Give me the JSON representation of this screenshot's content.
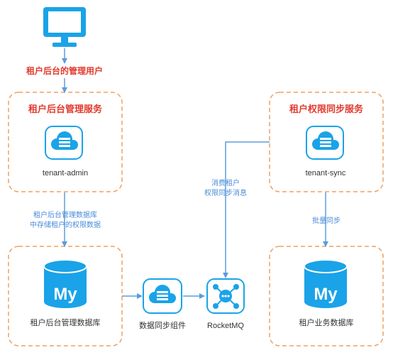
{
  "colors": {
    "accent": "#1aa3e8",
    "arrow": "#5b9ddb",
    "box_border": "#f0a060",
    "title_text": "#e23a2e",
    "edge_label": "#4a8cd9"
  },
  "icons": {
    "monitor": "monitor-icon",
    "service": "cloud-server-icon",
    "database": "mysql-database-icon",
    "mq": "rocketmq-hub-icon"
  },
  "nodes": {
    "user_label": "租户后台的管理用户",
    "admin_box_title": "租户后台管理服务",
    "admin_service_label": "tenant-admin",
    "sync_box_title": "租户权限同步服务",
    "sync_service_label": "tenant-sync",
    "admin_db_label": "租户后台管理数据库",
    "admin_db_logo": "My",
    "sync_component_label": "数据同步组件",
    "mq_label": "RocketMQ",
    "biz_db_label": "租户业务数据库",
    "biz_db_logo": "My"
  },
  "edges": {
    "admin_to_db_line1": "租户后台管理数据库",
    "admin_to_db_line2": "中存储租户的权限数据",
    "consume_line1": "消费租户",
    "consume_line2": "权限同步消息",
    "batch_sync": "批量同步"
  }
}
